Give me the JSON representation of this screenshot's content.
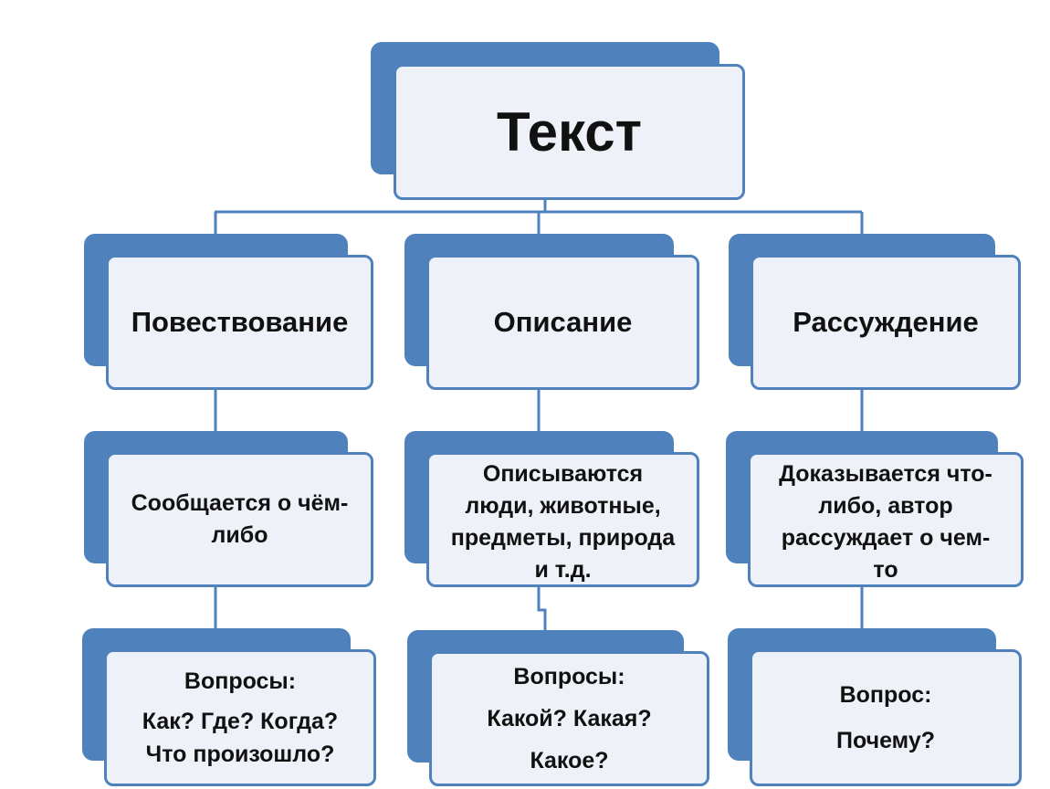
{
  "colors": {
    "accent": "#4f81bd",
    "box_fill": "#eef2f8"
  },
  "root": {
    "title": "Текст"
  },
  "columns": [
    {
      "category": "Повествование",
      "description": [
        "Сообщается о чём-",
        "либо"
      ],
      "questions": [
        "Вопросы:",
        "Как? Где? Когда?",
        "Что произошло?"
      ]
    },
    {
      "category": "Описание",
      "description": [
        "Описываются",
        "люди, животные,",
        "предметы, природа",
        "и т.д."
      ],
      "questions": [
        "Вопросы:",
        "Какой? Какая?",
        "Какое?"
      ]
    },
    {
      "category": "Рассуждение",
      "description": [
        "Доказывается что-",
        "либо, автор",
        "рассуждает о чем-",
        "то"
      ],
      "questions": [
        "Вопрос:",
        "Почему?"
      ]
    }
  ]
}
